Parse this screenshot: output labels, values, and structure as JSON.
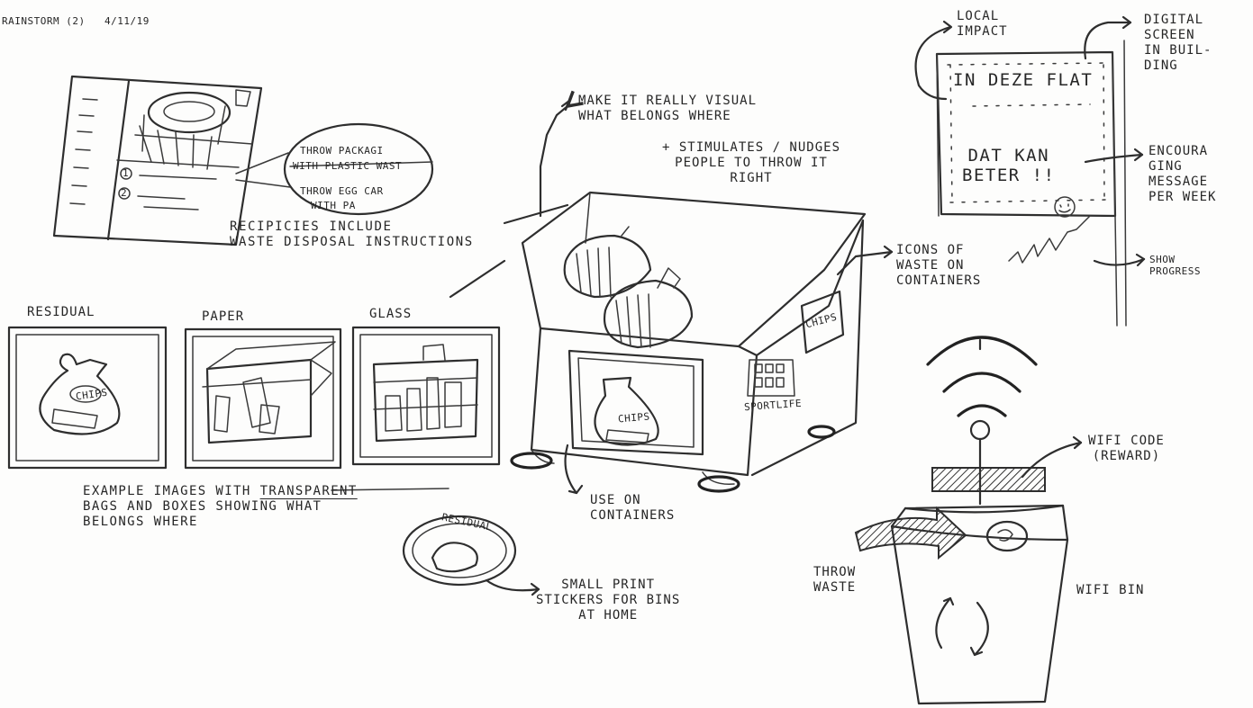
{
  "header": {
    "title": "RAINSTORM (2)",
    "date": "4/11/19"
  },
  "recipe": {
    "bubble_line1": "THROW PACKAGI",
    "bubble_line2": "WITH PLASTIC WAST",
    "bubble_line3": "THROW EGG CAR",
    "bubble_line4": "WITH PA",
    "caption": "RECIPICIES INCLUDE\nWASTE DISPOSAL INSTRUCTIONS",
    "step1": "1",
    "step2": "2"
  },
  "visual_note": {
    "line1": "MAKE IT REALLY VISUAL\nWHAT BELONGS WHERE",
    "line2": "+ STIMULATES / NUDGES\nPEOPLE TO THROW IT\nRIGHT"
  },
  "examples": {
    "residual": "RESIDUAL",
    "paper": "PAPER",
    "glass": "GLASS",
    "chips": "CHIPS",
    "caption_pre": "EXAMPLE IMAGES WITH ",
    "caption_underlined": "TRANSPARENT",
    "caption_post": "\nBAGS AND BOXES SHOWING WHAT\nBELONGS WHERE"
  },
  "container": {
    "chips_card": "CHIPS",
    "chips_bag": "CHIPS",
    "sportlife": "SPORTLIFE",
    "icons_note": "ICONS OF\nWASTE ON\nCONTAINERS",
    "use_note": "USE ON\nCONTAINERS"
  },
  "sticker": {
    "label": "RESIDUAL",
    "note": "SMALL PRINT\nSTICKERS FOR BINS\nAT HOME"
  },
  "screen": {
    "local_impact": "LOCAL\nIMPACT",
    "digital": "DIGITAL\nSCREEN\nIN BUIL-\nDING",
    "line1": "IN DEZE FLAT",
    "line2": "DAT KAN\nBETER !!",
    "encourage": "ENCOURA\nGING\nMESSAGE\nPER WEEK",
    "progress": "SHOW\nPROGRESS"
  },
  "wifi_bin": {
    "code_note": "WIFI CODE\n(REWARD)",
    "throw_note": "THROW\nWASTE",
    "label": "WIFI BIN"
  },
  "colors": {
    "ink": "#2e2e2e",
    "paper": "#fdfdfc"
  }
}
